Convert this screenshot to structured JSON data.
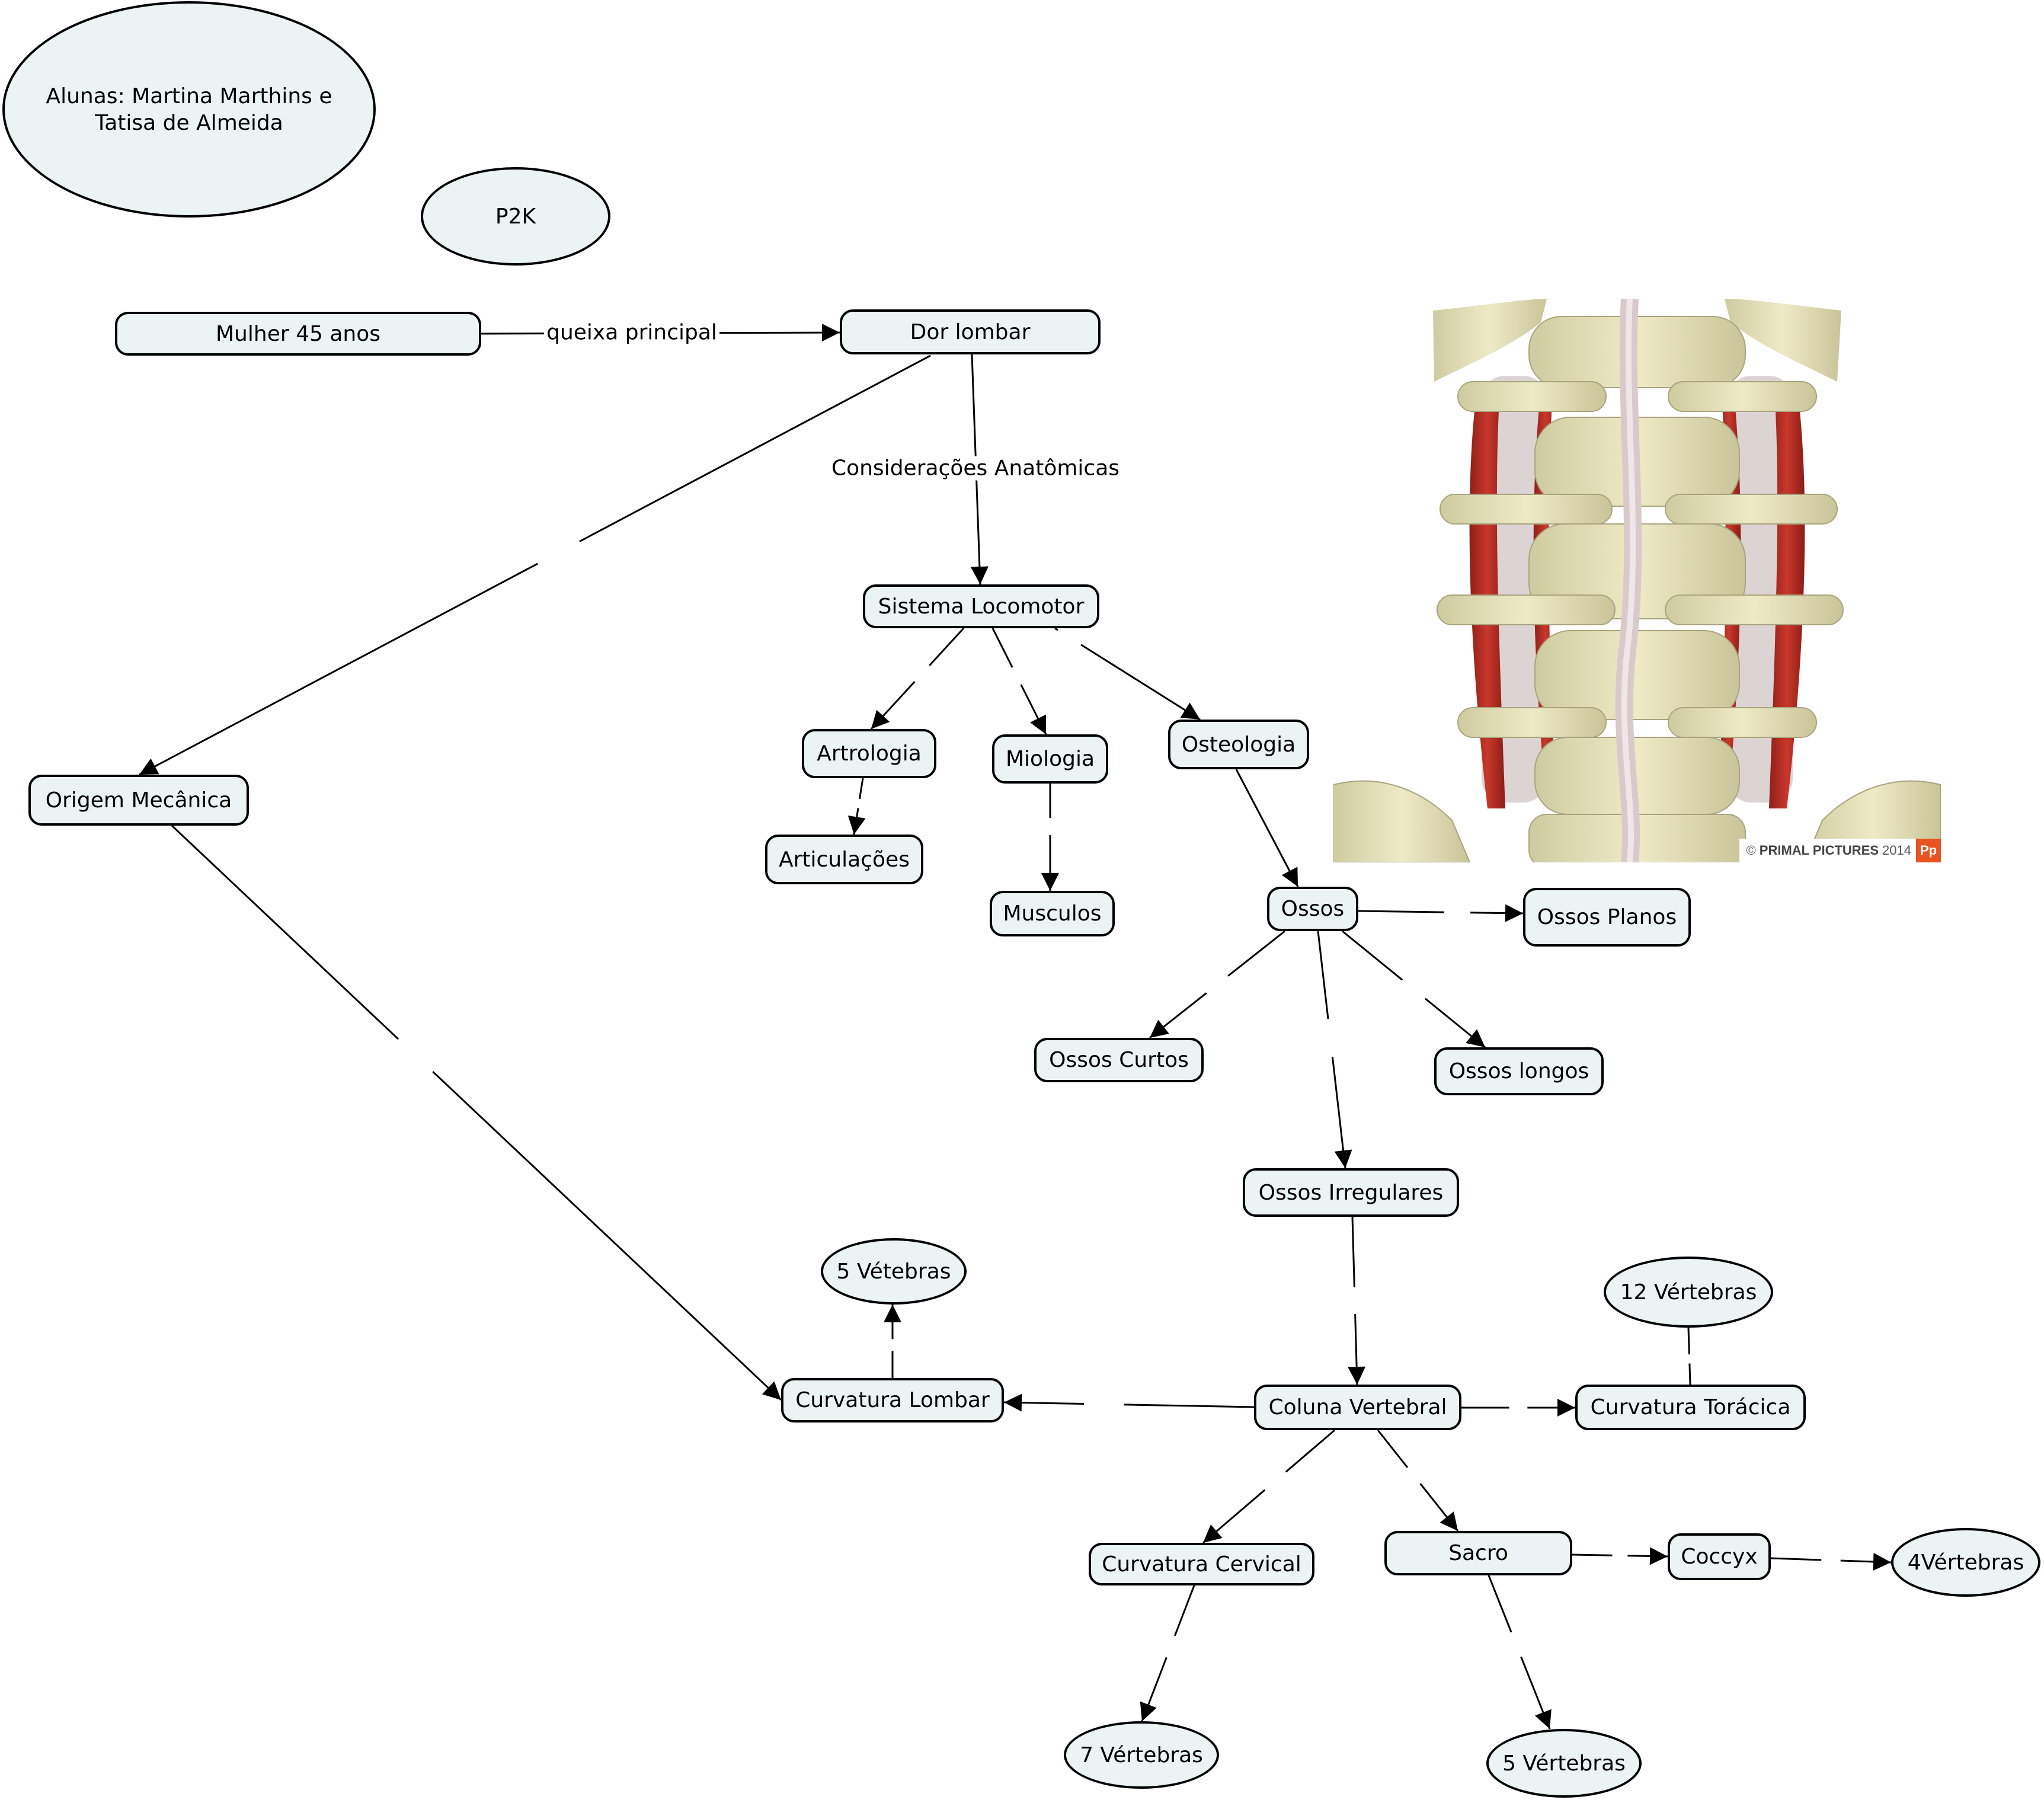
{
  "colors": {
    "node_fill": "#ebf3f5",
    "node_border": "#000000",
    "line": "#000000",
    "brand_orange": "#e8531f"
  },
  "title_nodes": {
    "students": "Alunas: Martina Marthins e Tatisa de Almeida",
    "group": "P2K"
  },
  "nodes": {
    "mulher": "Mulher 45 anos",
    "dor_lombar": "Dor lombar",
    "sistema_locomotor": "Sistema Locomotor",
    "artrologia": "Artrologia",
    "miologia": "Miologia",
    "osteologia": "Osteologia",
    "articulacoes": "Articulações",
    "musculos": "Musculos",
    "origem_mecanica": "Origem Mecânica",
    "ossos": "Ossos",
    "ossos_planos": "Ossos Planos",
    "ossos_curtos": "Ossos Curtos",
    "ossos_longos": "Ossos longos",
    "ossos_irregulares": "Ossos Irregulares",
    "lombar_vertebras": "5 Vétebras",
    "toracica_vertebras": "12 Vértebras",
    "curvatura_lombar": "Curvatura Lombar",
    "coluna_vertebral": "Coluna Vertebral",
    "curvatura_toracica": "Curvatura Torácica",
    "curvatura_cervical": "Curvatura Cervical",
    "sacro": "Sacro",
    "coccyx": "Coccyx",
    "coccyx_vertebras": "4Vértebras",
    "cervical_vertebras": "7 Vértebras",
    "sacro_vertebras": "5 Vértebras"
  },
  "link_labels": {
    "queixa": "queixa principal",
    "consideracoes": "Considerações Anatômicas"
  },
  "connections": [
    {
      "from": "mulher",
      "to": "dor_lombar",
      "label": "queixa principal",
      "arrow": true
    },
    {
      "from": "dor_lombar",
      "to": "sistema_locomotor",
      "label": "Considerações Anatômicas",
      "arrow": true
    },
    {
      "from": "dor_lombar",
      "to": "origem_mecanica",
      "label": "",
      "arrow": true
    },
    {
      "from": "sistema_locomotor",
      "to": "artrologia",
      "label": "",
      "arrow": true
    },
    {
      "from": "sistema_locomotor",
      "to": "miologia",
      "label": "",
      "arrow": true
    },
    {
      "from": "sistema_locomotor",
      "to": "osteologia",
      "label": "",
      "arrow": true
    },
    {
      "from": "artrologia",
      "to": "articulacoes",
      "label": "",
      "arrow": true
    },
    {
      "from": "miologia",
      "to": "musculos",
      "label": "",
      "arrow": true
    },
    {
      "from": "osteologia",
      "to": "ossos",
      "label": "",
      "arrow": true
    },
    {
      "from": "ossos",
      "to": "ossos_planos",
      "label": "",
      "arrow": true
    },
    {
      "from": "ossos",
      "to": "ossos_curtos",
      "label": "",
      "arrow": true
    },
    {
      "from": "ossos",
      "to": "ossos_longos",
      "label": "",
      "arrow": true
    },
    {
      "from": "ossos",
      "to": "ossos_irregulares",
      "label": "",
      "arrow": true
    },
    {
      "from": "ossos_irregulares",
      "to": "coluna_vertebral",
      "label": "",
      "arrow": true
    },
    {
      "from": "origem_mecanica",
      "to": "curvatura_lombar",
      "label": "",
      "arrow": true
    },
    {
      "from": "coluna_vertebral",
      "to": "curvatura_lombar",
      "label": "",
      "arrow": true
    },
    {
      "from": "coluna_vertebral",
      "to": "curvatura_toracica",
      "label": "",
      "arrow": true
    },
    {
      "from": "coluna_vertebral",
      "to": "curvatura_cervical",
      "label": "",
      "arrow": true
    },
    {
      "from": "coluna_vertebral",
      "to": "sacro",
      "label": "",
      "arrow": true
    },
    {
      "from": "curvatura_lombar",
      "to": "lombar_vertebras",
      "label": "",
      "arrow": true
    },
    {
      "from": "curvatura_toracica",
      "to": "toracica_vertebras",
      "label": "",
      "arrow": false
    },
    {
      "from": "curvatura_cervical",
      "to": "cervical_vertebras",
      "label": "",
      "arrow": true
    },
    {
      "from": "sacro",
      "to": "sacro_vertebras",
      "label": "",
      "arrow": true
    },
    {
      "from": "sacro",
      "to": "coccyx",
      "label": "",
      "arrow": true
    },
    {
      "from": "coccyx",
      "to": "coccyx_vertebras",
      "label": "",
      "arrow": true
    }
  ],
  "image": {
    "subject": "lumbar spine posterior view with muscles and ligaments",
    "credit_symbol": "©",
    "credit_brand": "PRIMAL PICTURES",
    "credit_year": "2014",
    "logo_text": "Pp"
  }
}
